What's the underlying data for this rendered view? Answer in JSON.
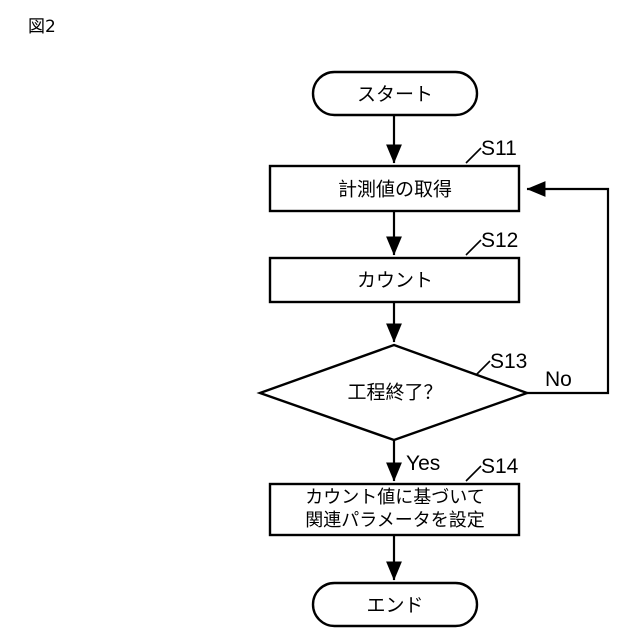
{
  "figure": {
    "title": "図2",
    "background_color": "#ffffff",
    "line_color": "#000000"
  },
  "chart_data": {
    "type": "diagram",
    "diagram_kind": "flowchart",
    "title": "図2",
    "orientation": "top-to-bottom",
    "nodes": [
      {
        "id": "start",
        "shape": "rounded-rectangle",
        "text": "スタート",
        "step": null
      },
      {
        "id": "s11",
        "shape": "rectangle",
        "text": "計測値の取得",
        "step": "S11"
      },
      {
        "id": "s12",
        "shape": "rectangle",
        "text": "カウント",
        "step": "S12"
      },
      {
        "id": "s13",
        "shape": "diamond",
        "text": "工程終了？",
        "step": "S13"
      },
      {
        "id": "s14",
        "shape": "rectangle",
        "text_line1": "カウント値に基づいて",
        "text_line2": "関連パラメータを設定",
        "step": "S14"
      },
      {
        "id": "end",
        "shape": "rounded-rectangle",
        "text": "エンド",
        "step": null
      }
    ],
    "edges": [
      {
        "from": "start",
        "to": "s11",
        "label": ""
      },
      {
        "from": "s11",
        "to": "s12",
        "label": ""
      },
      {
        "from": "s12",
        "to": "s13",
        "label": ""
      },
      {
        "from": "s13",
        "to": "s14",
        "label": "Yes"
      },
      {
        "from": "s13",
        "to": "s11",
        "label": "No"
      },
      {
        "from": "s14",
        "to": "end",
        "label": ""
      }
    ]
  },
  "nodes": {
    "start": {
      "label": "スタート"
    },
    "s11": {
      "label": "計測値の取得",
      "step": "S11"
    },
    "s12": {
      "label": "カウント",
      "step": "S12"
    },
    "s13": {
      "label": "工程終了？",
      "step": "S13"
    },
    "s14": {
      "line1": "カウント値に基づいて",
      "line2": "関連パラメータを設定",
      "step": "S14"
    },
    "end": {
      "label": "エンド"
    }
  },
  "branches": {
    "yes": "Yes",
    "no": "No"
  }
}
